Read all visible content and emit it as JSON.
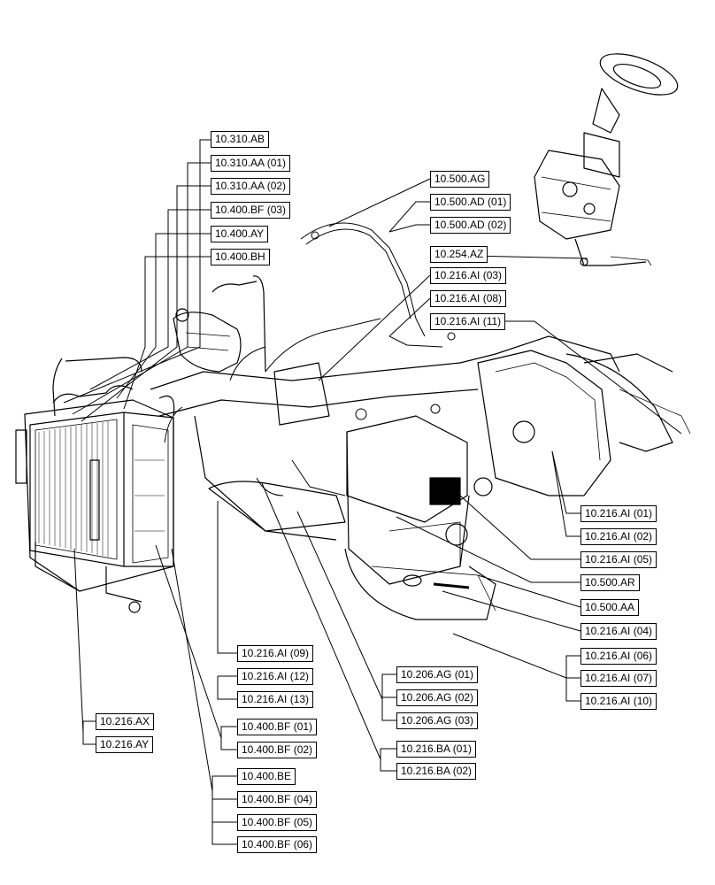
{
  "callouts": {
    "g_310": [
      "10.310.AB",
      "10.310.AA (01)",
      "10.310.AA (02)"
    ],
    "g_400_top": [
      "10.400.BF (03)",
      "10.400.AY",
      "10.400.BH"
    ],
    "g_500": [
      "10.500.AG",
      "10.500.AD (01)",
      "10.500.AD (02)"
    ],
    "g_254": [
      "10.254.AZ"
    ],
    "g_216_top": [
      "10.216.AI (03)",
      "10.216.AI (08)",
      "10.216.AI (11)"
    ],
    "g_216_right": [
      "10.216.AI (01)",
      "10.216.AI (02)",
      "10.216.AI (05)"
    ],
    "g_500_right": [
      "10.500.AR",
      "10.500.AA"
    ],
    "g_216_04": [
      "10.216.AI (04)"
    ],
    "g_216_06": [
      "10.216.AI (06)",
      "10.216.AI (07)",
      "10.216.AI (10)"
    ],
    "g_216_09": [
      "10.216.AI (09)",
      "10.216.AI (12)",
      "10.216.AI (13)"
    ],
    "g_206": [
      "10.206.AG (01)",
      "10.206.AG (02)",
      "10.206.AG (03)"
    ],
    "g_216_ba": [
      "10.216.BA (01)",
      "10.216.BA (02)"
    ],
    "g_216_ax": [
      "10.216.AX",
      "10.216.AY"
    ],
    "g_400_bf": [
      "10.400.BF (01)",
      "10.400.BF (02)"
    ],
    "g_400_be": [
      "10.400.BE",
      "10.400.BF (04)",
      "10.400.BF (05)",
      "10.400.BF (06)"
    ]
  }
}
